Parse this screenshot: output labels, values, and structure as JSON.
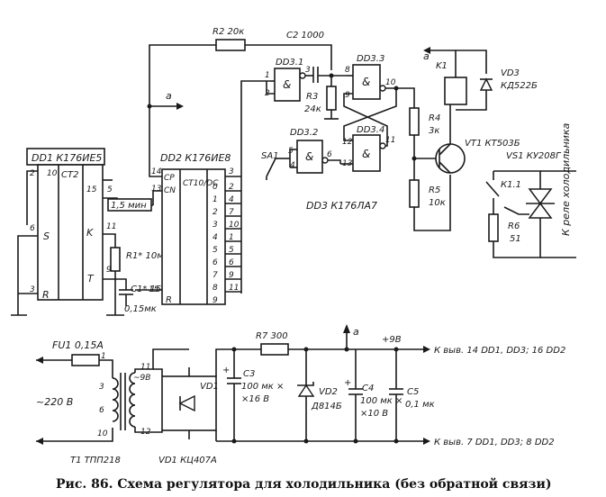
{
  "caption": "Рис. 86. Схема регулятора для холодильника (без обратной связи)",
  "chips": {
    "dd1": "DD1 К176ИЕ5",
    "dd2": "DD2 К176ИЕ8",
    "dd3": "DD3 К176ЛА7",
    "dd31": "DD3.1",
    "dd32": "DD3.2",
    "dd33": "DD3.3",
    "dd34": "DD3.4",
    "ct2": "CT2",
    "ct10": "CT10/DC",
    "amp": "&",
    "period": "1,5 мин"
  },
  "pins": {
    "dd1": [
      "2",
      "10",
      "15",
      "5",
      "11",
      "6",
      "9",
      "3",
      "S",
      "K",
      "T",
      "R"
    ],
    "dd2": [
      "14",
      "CP",
      "13",
      "CN",
      "15",
      "R",
      "3",
      "2",
      "4",
      "7",
      "10",
      "1",
      "5",
      "6",
      "9",
      "11",
      "0",
      "1",
      "2",
      "3",
      "4",
      "5",
      "6",
      "7",
      "8",
      "9"
    ],
    "dd3": [
      "1",
      "2",
      "3",
      "8",
      "9",
      "10",
      "5",
      "6",
      "4",
      "12",
      "13",
      "11"
    ]
  },
  "parts": {
    "r1": "R1* 10м",
    "c1": "C1* 15",
    "c1b": "0,15мк",
    "r2": "R2 20к",
    "c2": "C2 1000",
    "r3": "R3",
    "r3v": "24к",
    "r4": "R4",
    "r4v": "3к",
    "r5": "R5",
    "r5v": "10к",
    "k1": "K1",
    "vd3": "VD3",
    "vd3v": "КД522Б",
    "vt1": "VT1 КТ503Б",
    "vs1": "VS1 КУ208Г",
    "k11": "К1.1",
    "r6": "R6",
    "r6v": "51",
    "sa1": "SA1",
    "load": "К реле холодильника",
    "a": "a"
  },
  "power": {
    "fu1": "FU1 0,15А",
    "mains": "~220 В",
    "t1pins": [
      "1",
      "3",
      "6",
      "10",
      "11",
      "12"
    ],
    "t1v": "~9В",
    "t1": "T1 ТПП218",
    "vd1": "VD1",
    "vd1b": "VD1 КЦ407А",
    "r7": "R7 300",
    "c3": "C3",
    "c3a": "100 мк ×",
    "c3b": "×16 В",
    "vd2": "VD2",
    "vd2v": "Д814Б",
    "c4": "C4",
    "c4a": "100 мк ×",
    "c4b": "×10 В",
    "c5": "C5",
    "c5v": "0,1 мк",
    "plus9": "+9В",
    "a": "a",
    "top_out": "К выв. 14 DD1, DD3; 16 DD2",
    "bot_out": "К выв. 7 DD1, DD3; 8 DD2"
  }
}
